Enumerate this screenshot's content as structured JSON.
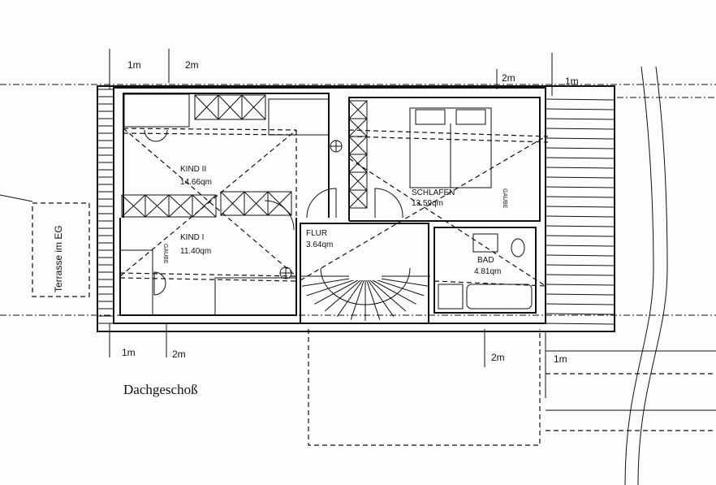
{
  "title": "Dachgeschoß",
  "rooms": [
    {
      "name": "KIND II",
      "area": "14.66qm"
    },
    {
      "name": "KIND I",
      "area": "11.40qm"
    },
    {
      "name": "SCHLAFEN",
      "area": "13.59qm"
    },
    {
      "name": "FLUR",
      "area": "3.64qm"
    },
    {
      "name": "BAD",
      "area": "4.81qm"
    }
  ],
  "gaube_label": "GAUBE",
  "terrace_label": "Terrasse im EG",
  "dimensions": {
    "top": [
      "1m",
      "2m",
      "2m",
      "1m"
    ],
    "bottom": [
      "1m",
      "2m",
      "2m",
      "1m"
    ]
  }
}
